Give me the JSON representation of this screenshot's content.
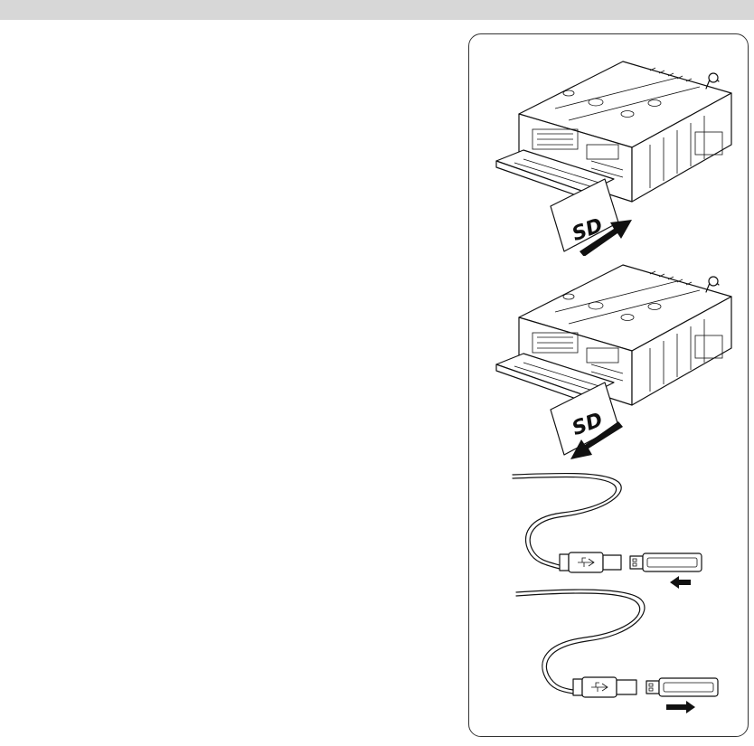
{
  "page": {
    "figures": [
      {
        "name": "sd-card-insert",
        "logo": "SD",
        "arrow_direction": "in"
      },
      {
        "name": "sd-card-remove",
        "logo": "SD",
        "arrow_direction": "out"
      },
      {
        "name": "usb-drive-connect",
        "arrow_direction": "left"
      },
      {
        "name": "usb-drive-disconnect",
        "arrow_direction": "right"
      }
    ]
  }
}
